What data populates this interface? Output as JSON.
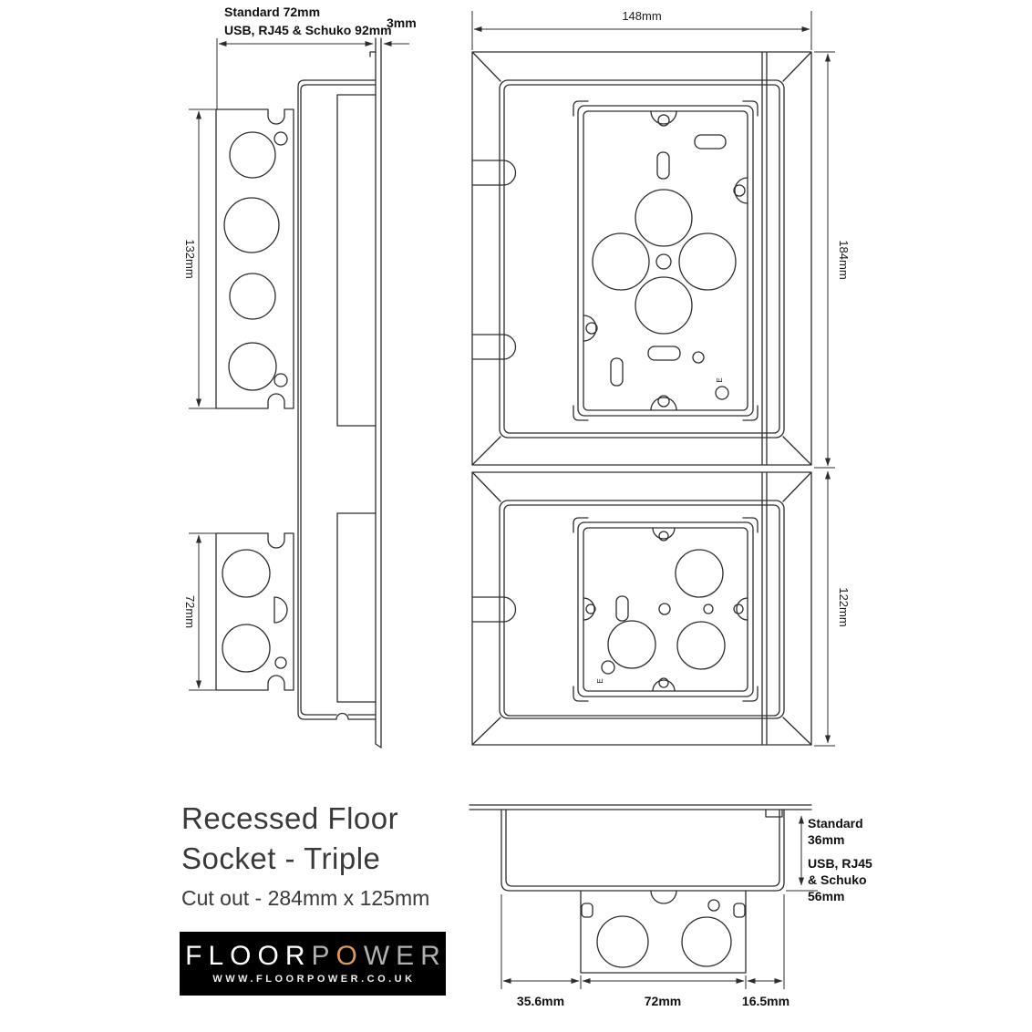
{
  "title": {
    "line1": "Recessed Floor",
    "line2": "Socket - Triple",
    "cutout": "Cut out - 284mm x 125mm"
  },
  "logo": {
    "part_floor": "FLOOR",
    "part_p": "P",
    "part_o": "O",
    "part_wer": "WER",
    "url": "WWW.FLOORPOWER.CO.UK"
  },
  "side_view": {
    "depth_standard": "Standard 72mm",
    "depth_usb": "USB, RJ45 & Schuko 92mm",
    "lid_thickness": "3mm",
    "upper_box_height": "132mm",
    "lower_box_height": "72mm"
  },
  "plan_view": {
    "width": "148mm",
    "upper_height": "184mm",
    "lower_height": "122mm",
    "earth": "E"
  },
  "section_view": {
    "depth_line1": "Standard",
    "depth_line2": "36mm",
    "depth_line3": "USB, RJ45",
    "depth_line4": "& Schuko",
    "depth_line5": "56mm",
    "left": "35.6mm",
    "middle": "72mm",
    "right": "16.5mm"
  },
  "colors": {
    "line": "#2d2d2d",
    "logo_bg": "#000000",
    "logo_orange": "#d6995f",
    "logo_gray": "#b0b0b0"
  }
}
